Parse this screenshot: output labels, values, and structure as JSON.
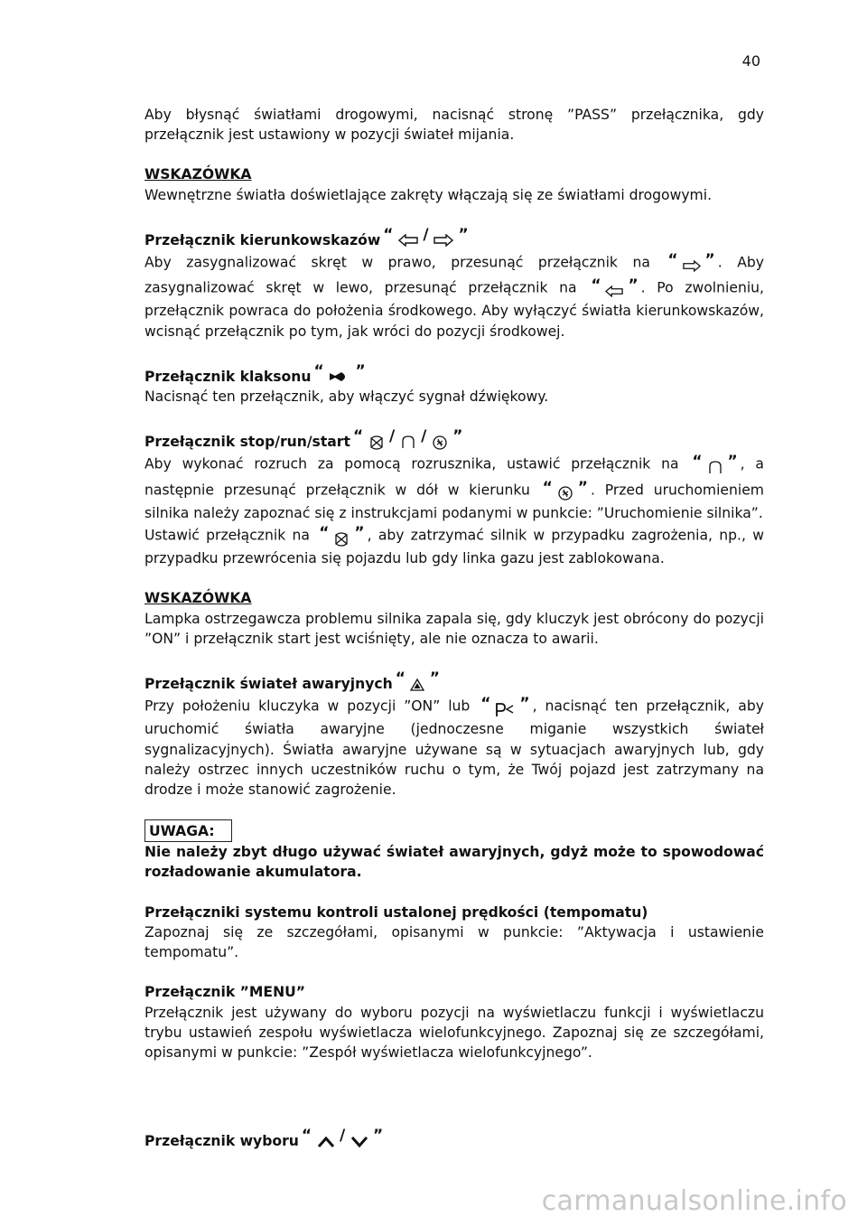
{
  "page": {
    "number": "40"
  },
  "sections": {
    "pass": {
      "text": "Aby błysnąć światłami drogowymi, nacisnąć stronę ”PASS” przełącznika, gdy przełącznik jest ustawiony w pozycji świateł mijania."
    },
    "note1": {
      "heading": "WSKAZÓWKA",
      "text": "Wewnętrzne światła doświetlające zakręty włączają się ze światłami drogowymi."
    },
    "turn": {
      "heading": "Przełącznik kierunkowskazów",
      "line1a": "Aby zasygnalizować skręt w prawo, przesunąć przełącznik na",
      "line1b": ". Aby zasygnalizować skręt w lewo, przesunąć przełącznik na",
      "line1c": ". Po zwolnieniu, przełącznik powraca do położenia środkowego. Aby wyłączyć światła kierunkowskazów, wcisnąć przełącznik po tym, jak wróci do pozycji środkowej."
    },
    "horn": {
      "heading": "Przełącznik klaksonu",
      "text": "Nacisnąć ten przełącznik, aby włączyć sygnał dźwiękowy."
    },
    "stoprun": {
      "heading": "Przełącznik stop/run/start",
      "p1a": "Aby wykonać rozruch za pomocą rozrusznika, ustawić przełącznik na",
      "p1b": ", a następnie przesunąć przełącznik w dół w kierunku",
      "p1c": ". Przed uruchomieniem silnika należy zapoznać się z instrukcjami podanymi w punkcie: ”Uruchomienie silnika”.",
      "p2a": "Ustawić przełącznik na",
      "p2b": ", aby zatrzymać silnik w przypadku zagrożenia, np., w przypadku przewrócenia się pojazdu lub gdy linka gazu jest zablokowana."
    },
    "note2": {
      "heading": "WSKAZÓWKA",
      "text": "Lampka ostrzegawcza problemu silnika zapala się, gdy kluczyk jest obrócony do pozycji ”ON” i przełącznik start jest wciśnięty, ale nie oznacza to awarii."
    },
    "hazard": {
      "heading": "Przełącznik świateł awaryjnych",
      "p1a": "Przy położeniu kluczyka w pozycji ”ON” lub",
      "p1b": ", nacisnąć ten przełącznik, aby uruchomić światła awaryjne (jednoczesne miganie wszystkich świateł sygnalizacyjnych). Światła awaryjne używane są w sytuacjach awaryjnych lub, gdy należy ostrzec innych uczestników ruchu o tym, że Twój pojazd jest zatrzymany na drodze i może stanowić zagrożenie."
    },
    "caution": {
      "label": "UWAGA:",
      "text": "Nie należy zbyt długo używać świateł awaryjnych, gdyż może to spowodować rozładowanie akumulatora."
    },
    "cruise": {
      "heading": "Przełączniki systemu kontroli ustalonej prędkości (tempomatu)",
      "text": "Zapoznaj się ze szczegółami, opisanymi w punkcie: ”Aktywacja i ustawienie tempomatu”."
    },
    "menu": {
      "heading": "Przełącznik ”MENU”",
      "text": "Przełącznik jest używany do wyboru pozycji na wyświetlaczu funkcji i wyświetlaczu trybu ustawień zespołu wyświetlacza wielofunkcyjnego. Zapoznaj się ze szczegółami, opisanymi w punkcie: ”Zespół wyświetlacza wielofunkcyjnego”."
    },
    "select": {
      "heading": "Przełącznik wyboru"
    }
  },
  "quotes": {
    "open": "“",
    "close": "”",
    "slash": "/"
  },
  "watermark": "carmanualsonline.info",
  "icons": [
    "arrow-left-outline-icon",
    "arrow-right-outline-icon",
    "horn-icon",
    "engine-stop-icon",
    "engine-run-icon",
    "engine-start-icon",
    "hazard-triangle-icon",
    "parking-light-icon",
    "chevron-up-icon",
    "chevron-down-icon"
  ]
}
